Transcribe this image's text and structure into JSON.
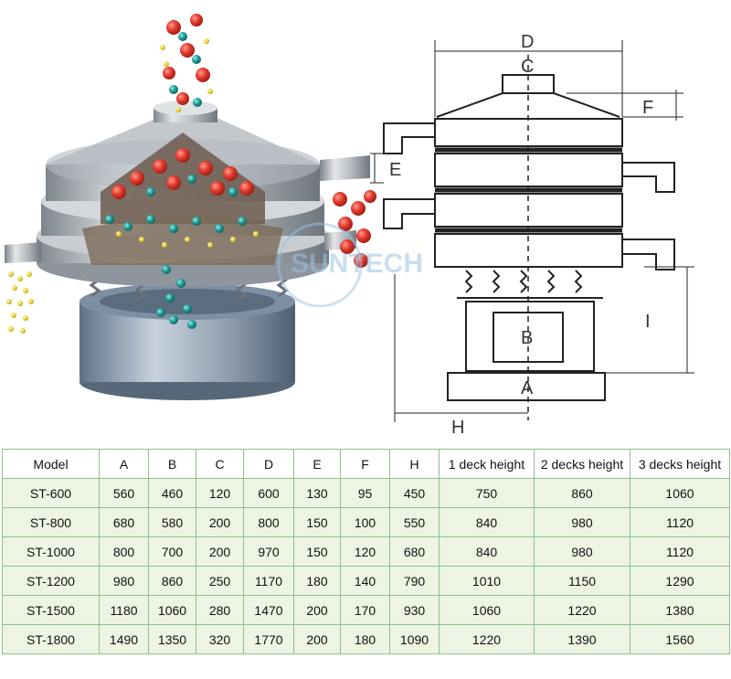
{
  "watermark": "SUNTECH",
  "diagram": {
    "labels": {
      "a": "A",
      "b": "B",
      "c": "C",
      "d": "D",
      "e": "E",
      "f": "F",
      "h": "H",
      "i": "I"
    }
  },
  "colors": {
    "ball_red": "#e23a2c",
    "ball_teal": "#1f9e9a",
    "ball_yellow": "#e8d13a",
    "steel": "#a8adb2",
    "table_border": "#8fbf8c",
    "table_row": "#edf4e3"
  },
  "table": {
    "headers": [
      "Model",
      "A",
      "B",
      "C",
      "D",
      "E",
      "F",
      "H",
      "1 deck height",
      "2 decks height",
      "3 decks height"
    ],
    "rows": [
      [
        "ST-600",
        "560",
        "460",
        "120",
        "600",
        "130",
        "95",
        "450",
        "750",
        "860",
        "1060"
      ],
      [
        "ST-800",
        "680",
        "580",
        "200",
        "800",
        "150",
        "100",
        "550",
        "840",
        "980",
        "1120"
      ],
      [
        "ST-1000",
        "800",
        "700",
        "200",
        "970",
        "150",
        "120",
        "680",
        "840",
        "980",
        "1120"
      ],
      [
        "ST-1200",
        "980",
        "860",
        "250",
        "1170",
        "180",
        "140",
        "790",
        "1010",
        "1150",
        "1290"
      ],
      [
        "ST-1500",
        "1180",
        "1060",
        "280",
        "1470",
        "200",
        "170",
        "930",
        "1060",
        "1220",
        "1380"
      ],
      [
        "ST-1800",
        "1490",
        "1350",
        "320",
        "1770",
        "200",
        "180",
        "1090",
        "1220",
        "1390",
        "1560"
      ]
    ]
  }
}
